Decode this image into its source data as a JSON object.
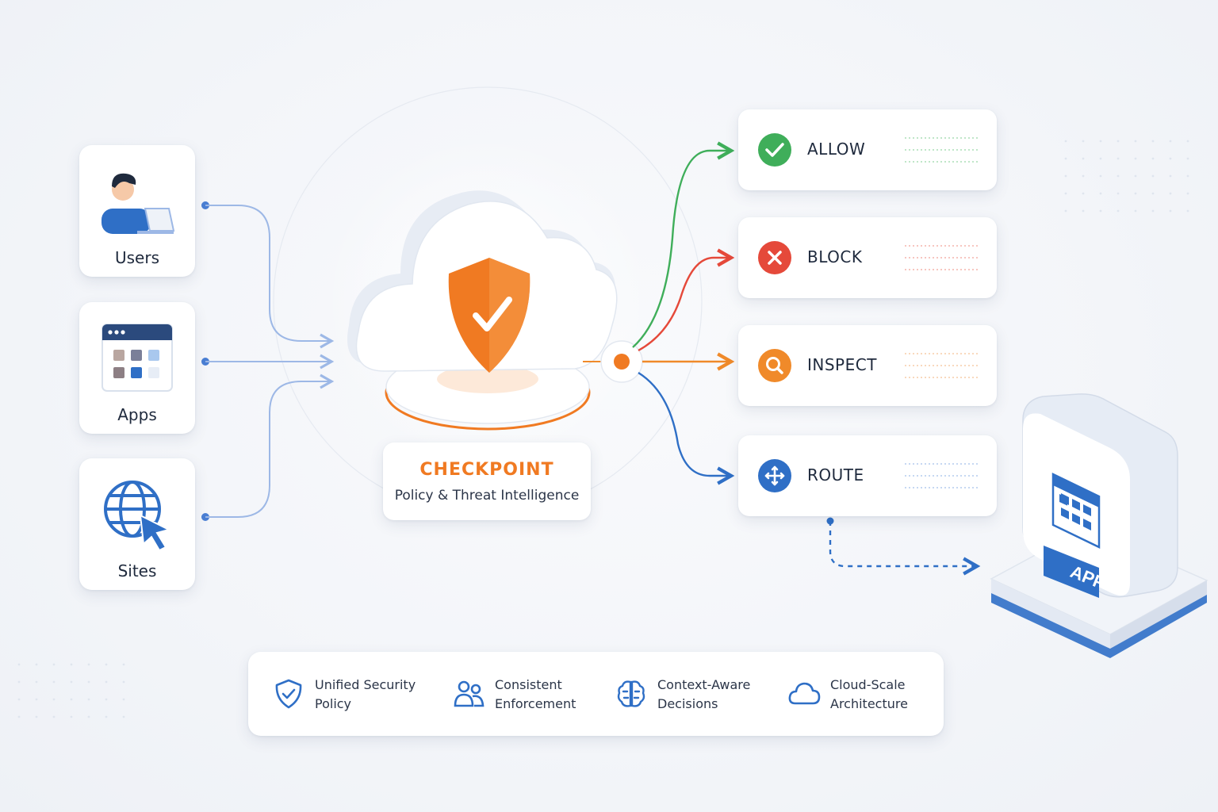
{
  "sources": [
    {
      "label": "Users",
      "icon": "user-laptop-icon"
    },
    {
      "label": "Apps",
      "icon": "app-window-icon"
    },
    {
      "label": "Sites",
      "icon": "globe-cursor-icon"
    }
  ],
  "checkpoint": {
    "title": "CHECKPOINT",
    "subtitle": "Policy & Threat Intelligence",
    "icon": "shield-check-icon"
  },
  "actions": [
    {
      "label": "ALLOW",
      "icon": "check-circle-icon",
      "color": "#3fae5a"
    },
    {
      "label": "BLOCK",
      "icon": "x-circle-icon",
      "color": "#e5493a"
    },
    {
      "label": "INSPECT",
      "icon": "search-circle-icon",
      "color": "#f08a2a"
    },
    {
      "label": "ROUTE",
      "icon": "route-arrows-icon",
      "color": "#2f6fc6"
    }
  ],
  "destination": {
    "label": "APP",
    "icon": "app-server-icon"
  },
  "features": [
    {
      "line1": "Unified Security",
      "line2": "Policy",
      "icon": "shield-icon"
    },
    {
      "line1": "Consistent",
      "line2": "Enforcement",
      "icon": "users-icon"
    },
    {
      "line1": "Context-Aware",
      "line2": "Decisions",
      "icon": "brain-icon"
    },
    {
      "line1": "Cloud-Scale",
      "line2": "Architecture",
      "icon": "cloud-icon"
    }
  ],
  "colors": {
    "accent_orange": "#f07a22",
    "blue": "#2f6fc6",
    "light_blue_line": "#9db8e6"
  }
}
